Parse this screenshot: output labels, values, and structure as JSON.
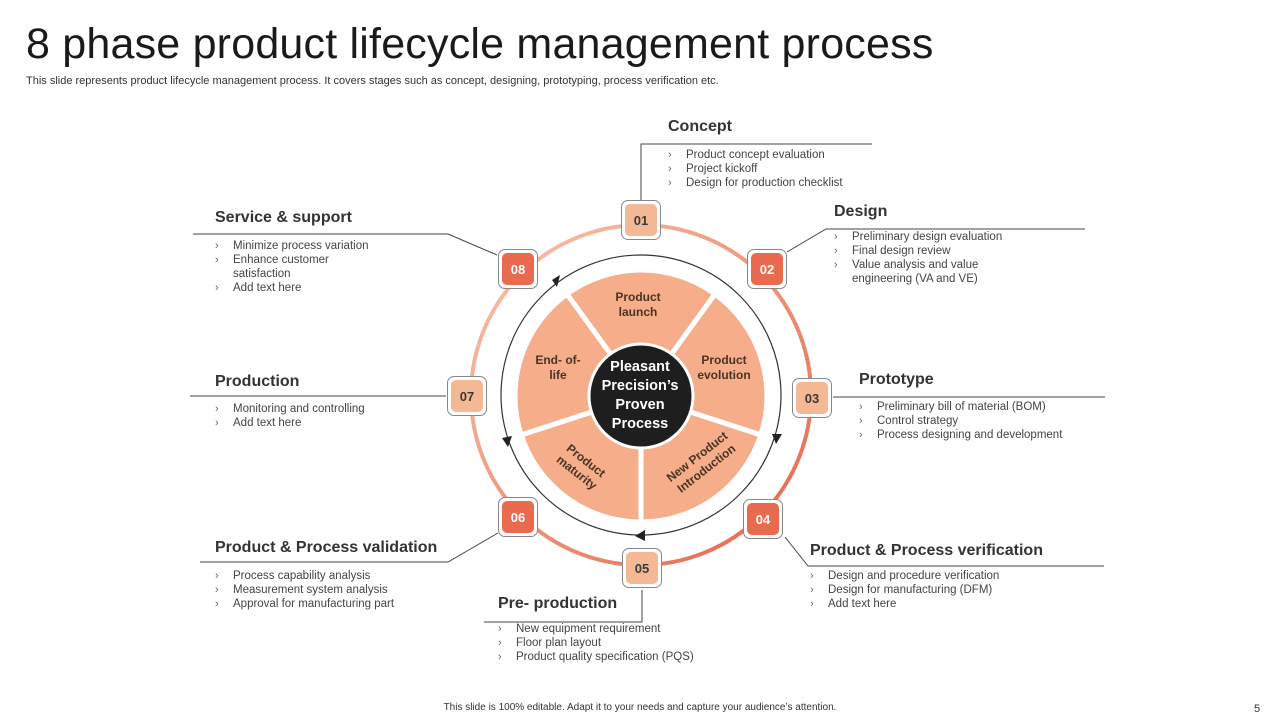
{
  "title": "8 phase product lifecycle management process",
  "subtitle": "This slide represents product lifecycle management process. It covers stages such as concept, designing, prototyping, process verification etc.",
  "footer": "This slide is 100% editable. Adapt it to your needs and capture your audience’s attention.",
  "page_number": "5",
  "center": {
    "lines": [
      "Pleasant",
      "Precision’s",
      "Proven",
      "Process"
    ]
  },
  "segments": {
    "launch": "Product launch",
    "evolution": "Product evolution",
    "introduction": "New Product Introduction",
    "maturity": "Product maturity",
    "end_of_life": "End- of- life"
  },
  "phases": [
    {
      "number": "01",
      "title": "Concept",
      "items": [
        "Product concept evaluation",
        "Project kickoff",
        "Design for production checklist"
      ]
    },
    {
      "number": "02",
      "title": "Design",
      "items": [
        "Preliminary design evaluation",
        "Final design review",
        "Value analysis and value engineering (VA and VE)"
      ]
    },
    {
      "number": "03",
      "title": "Prototype",
      "items": [
        "Preliminary bill of material (BOM)",
        "Control strategy",
        "Process designing and development"
      ]
    },
    {
      "number": "04",
      "title": "Product & Process  verification",
      "items": [
        "Design and procedure verification",
        "Design for manufacturing (DFM)",
        "Add text here"
      ]
    },
    {
      "number": "05",
      "title": "Pre- production",
      "items": [
        "New equipment requirement",
        "Floor plan layout",
        "Product quality specification (PQS)"
      ]
    },
    {
      "number": "06",
      "title": "Product & Process  validation",
      "items": [
        "Process capability analysis",
        "Measurement system analysis",
        "Approval for manufacturing part"
      ]
    },
    {
      "number": "07",
      "title": "Production",
      "items": [
        "Monitoring and controlling",
        "Add text here"
      ]
    },
    {
      "number": "08",
      "title": "Service & support",
      "items": [
        "Minimize process variation",
        "Enhance customer satisfaction",
        "Add text here"
      ]
    }
  ]
}
